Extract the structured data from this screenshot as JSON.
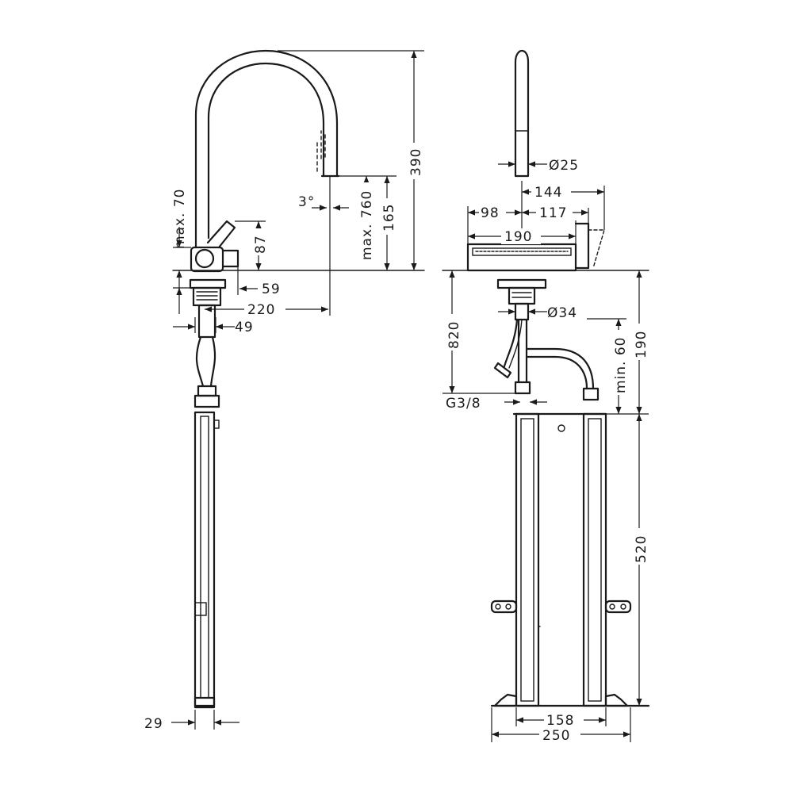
{
  "side_view": {
    "max_70": "max. 70",
    "d390": "390",
    "angle": "3°",
    "max_760": "max. 760",
    "d165": "165",
    "d87": "87",
    "d59": "59",
    "d220": "220",
    "d49": "49",
    "d29": "29"
  },
  "front_view": {
    "d25": "Ø25",
    "d144": "144",
    "d98": "98",
    "d117": "117",
    "d190_top": "190",
    "d34": "Ø34",
    "d820": "820",
    "min_60": "min. 60",
    "d190_right": "190",
    "g38": "G3/8",
    "d520": "520",
    "d158": "158",
    "d250": "250"
  }
}
